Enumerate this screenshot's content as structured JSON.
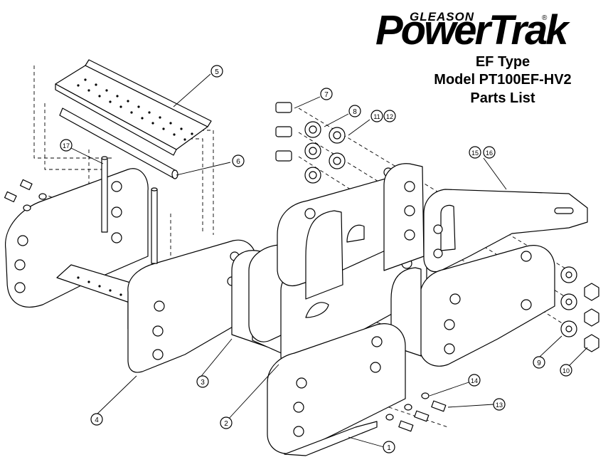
{
  "header": {
    "brand_small": "GLEASON",
    "brand_big": "PowerTrak",
    "registered_mark": "®",
    "title_lines": [
      "EF Type",
      "Model PT100EF-HV2",
      "Parts List"
    ]
  },
  "callouts": [
    {
      "id": "callout-1",
      "label": "1"
    },
    {
      "id": "callout-2",
      "label": "2"
    },
    {
      "id": "callout-3",
      "label": "3"
    },
    {
      "id": "callout-4",
      "label": "4"
    },
    {
      "id": "callout-5",
      "label": "5"
    },
    {
      "id": "callout-6",
      "label": "6"
    },
    {
      "id": "callout-7",
      "label": "7"
    },
    {
      "id": "callout-8",
      "label": "8"
    },
    {
      "id": "callout-9",
      "label": "9"
    },
    {
      "id": "callout-10",
      "label": "10"
    },
    {
      "id": "callout-11",
      "label": "11"
    },
    {
      "id": "callout-12",
      "label": "12"
    },
    {
      "id": "callout-13",
      "label": "13"
    },
    {
      "id": "callout-14",
      "label": "14"
    },
    {
      "id": "callout-15",
      "label": "15"
    },
    {
      "id": "callout-16",
      "label": "16"
    },
    {
      "id": "callout-17",
      "label": "17"
    }
  ]
}
